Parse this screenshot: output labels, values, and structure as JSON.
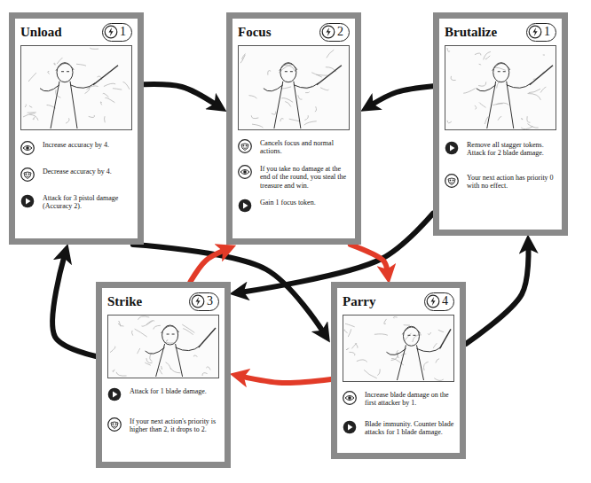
{
  "diagram": {
    "nodes": [
      {
        "text": [
          "Unload",
          "1",
          "Increase accuracy by 4.",
          "Decrease accuracy by 4.",
          "Attack for 3 pistol damage (Accuracy 2)."
        ]
      },
      {
        "text": [
          "Focus",
          "2",
          "Cancels focus and normal actions.",
          "If you take no damage at the end of the round, you steal the treasure and win.",
          "Gain 1 focus token."
        ]
      },
      {
        "text": [
          "Brutalize",
          "1",
          "Remove all stagger tokens. Attack for 2 blade damage.",
          "Your next action has priority 0 with no effect."
        ]
      },
      {
        "text": [
          "Strike",
          "3",
          "Attack for 1 blade damage.",
          "If your next action's priority is higher than 2, it drops to 2."
        ]
      },
      {
        "text": [
          "Parry",
          "4",
          "Increase blade damage on the first attacker by 1.",
          "Blade immunity. Counter blade attacks for 1 blade damage."
        ]
      }
    ],
    "edges": [
      {
        "from": 0,
        "to": 1,
        "arrow": "to"
      },
      {
        "from": 2,
        "to": 1,
        "arrow": "to"
      },
      {
        "from": 2,
        "to": 3,
        "arrow": "to"
      },
      {
        "from": 4,
        "to": 2,
        "arrow": "to"
      },
      {
        "from": 3,
        "to": 0,
        "arrow": "to"
      },
      {
        "from": 0,
        "to": 4,
        "arrow": "to"
      },
      {
        "from": 3,
        "to": 1,
        "arrow": "to"
      },
      {
        "from": 1,
        "to": 4,
        "arrow": "to"
      },
      {
        "from": 4,
        "to": 3,
        "arrow": "to"
      }
    ]
  }
}
